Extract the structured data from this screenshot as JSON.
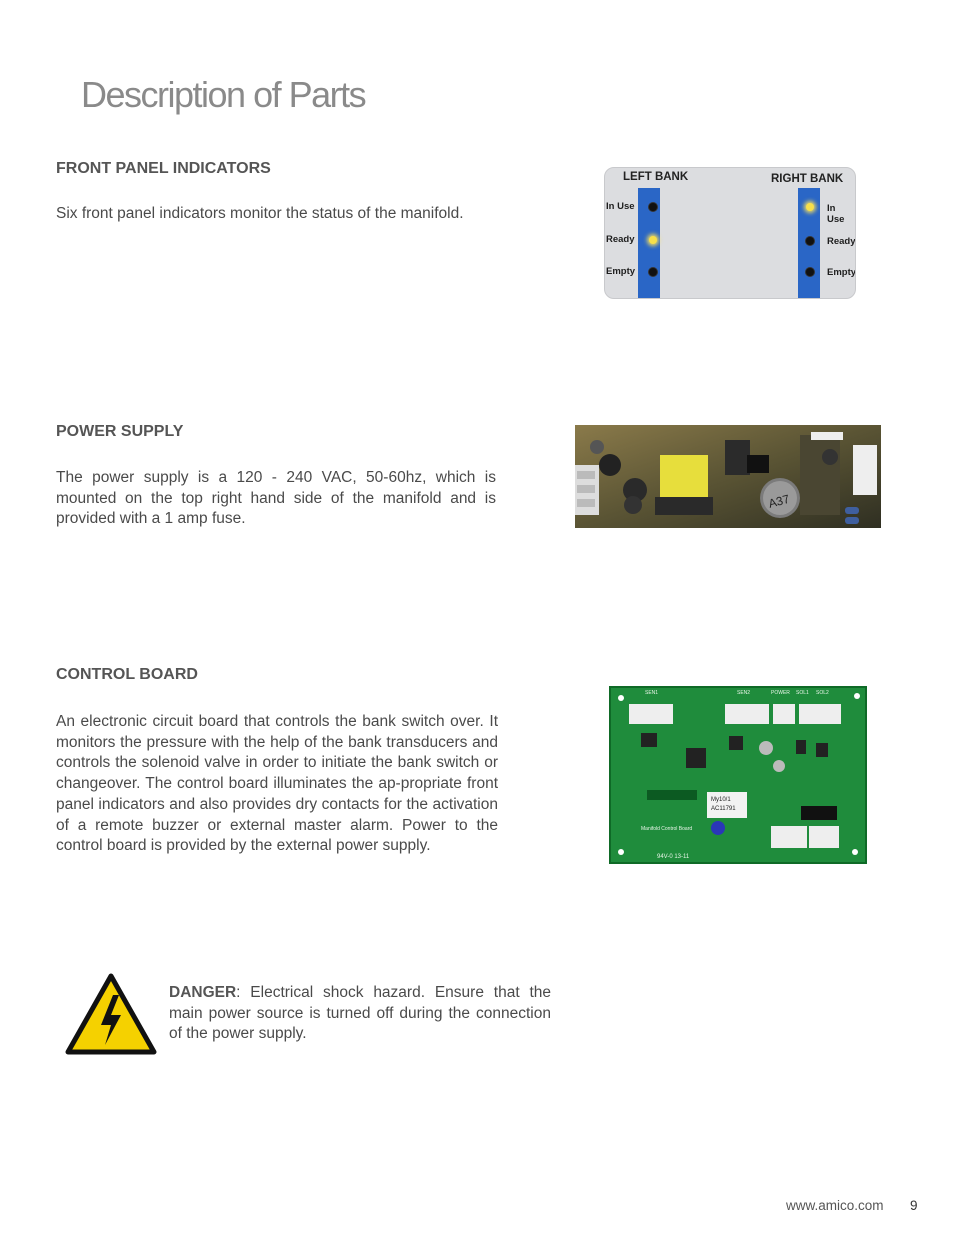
{
  "page": {
    "title": "Description of Parts",
    "footer_url": "www.amico.com",
    "page_number": "9"
  },
  "front_panel": {
    "heading": "FRONT PANEL INDICATORS",
    "text": "Six front panel indicators monitor the status of the manifold.",
    "image": {
      "left_bank": "LEFT BANK",
      "right_bank": "RIGHT BANK",
      "labels": [
        "In Use",
        "Ready",
        "Empty"
      ],
      "left_leds": [
        "off",
        "on",
        "off"
      ],
      "right_leds": [
        "on",
        "off",
        "off"
      ]
    }
  },
  "power_supply": {
    "heading": "POWER SUPPLY",
    "text": "The power supply is a 120 - 240 VAC, 50-60hz, which is mounted on the top right hand side of the manifold and is provided with a 1 amp fuse."
  },
  "control_board": {
    "heading": "CONTROL BOARD",
    "text": "An electronic circuit board that controls the bank switch over. It monitors the pressure with the help of the bank transducers and controls the solenoid valve in order to initiate the bank switch or changeover. The control board illuminates the ap-propriate front panel indicators and also provides dry contacts for the activation of a remote buzzer or external master alarm. Power to the control board is provided by the external power supply.",
    "image": {
      "silk_top": [
        "SEN1",
        "SEN2",
        "POWER",
        "SOL1",
        "SOL2"
      ],
      "label_lines": [
        "My10/1",
        "AC11791"
      ],
      "board_name": "Manifold Control Board",
      "bottom_code": "94V-0 13-11"
    }
  },
  "danger": {
    "label": "DANGER",
    "text": ": Electrical shock hazard. Ensure that the main power source is turned off during the connection of the power supply."
  }
}
